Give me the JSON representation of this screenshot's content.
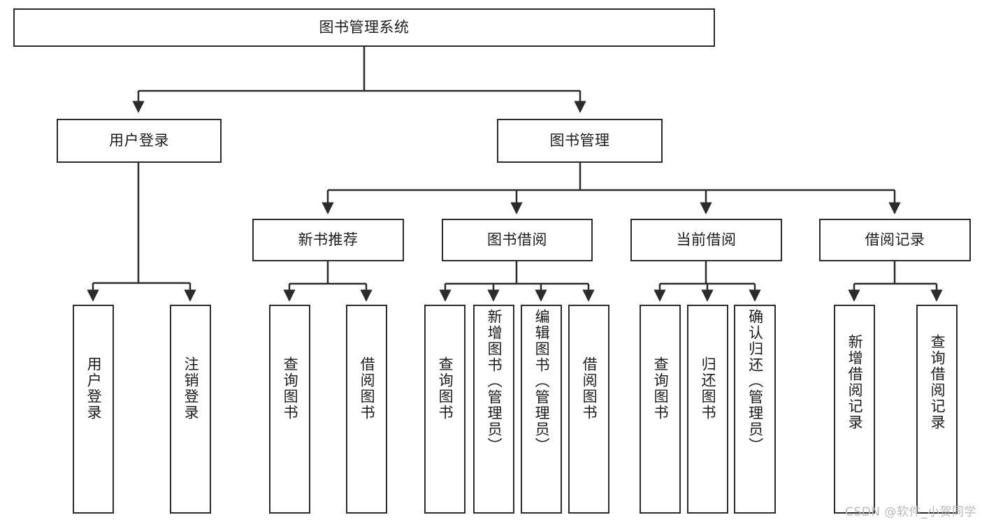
{
  "diagram": {
    "title": "图书管理系统",
    "root": {
      "label": "图书管理系统"
    },
    "level2": [
      {
        "label": "用户登录"
      },
      {
        "label": "图书管理"
      }
    ],
    "level3": [
      {
        "label": "新书推荐"
      },
      {
        "label": "图书借阅"
      },
      {
        "label": "当前借阅"
      },
      {
        "label": "借阅记录"
      }
    ],
    "leaves": {
      "user_login": [
        {
          "label": "用户登录"
        },
        {
          "label": "注销登录"
        }
      ],
      "new_book_recommend": [
        {
          "label": "查询图书"
        },
        {
          "label": "借阅图书"
        }
      ],
      "book_borrow": [
        {
          "label": "查询图书"
        },
        {
          "label": "新增图书（管理员）"
        },
        {
          "label": "编辑图书（管理员）"
        },
        {
          "label": "借阅图书"
        }
      ],
      "current_borrow": [
        {
          "label": "查询图书"
        },
        {
          "label": "归还图书"
        },
        {
          "label": "确认归还（管理员）"
        }
      ],
      "borrow_record": [
        {
          "label": "新增借阅记录"
        },
        {
          "label": "查询借阅记录"
        }
      ]
    }
  },
  "watermark": {
    "text": "CSDN @软件_小贺同学"
  },
  "colors": {
    "stroke": "#2b2b2b",
    "text": "#1c1c1c",
    "background": "#ffffff",
    "watermark": "#b9b9b9"
  }
}
